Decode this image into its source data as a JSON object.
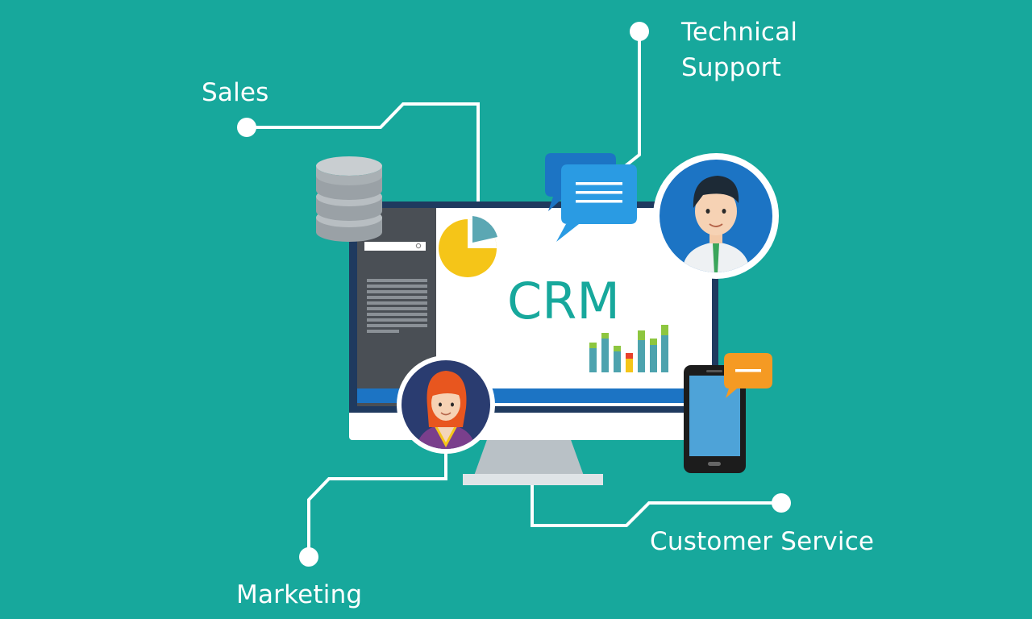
{
  "diagram": {
    "center_label": "CRM",
    "nodes": {
      "sales": "Sales",
      "technical_support": [
        "Technical",
        "Support"
      ],
      "marketing": "Marketing",
      "customer_service": "Customer Service"
    }
  },
  "colors": {
    "background": "#17a89c",
    "crm_text": "#17a89c",
    "connector": "#ffffff",
    "monitor_frame": "#1f3a5f",
    "screen": "#ffffff",
    "accent_blue": "#1c74c4",
    "accent_orange": "#f59a23",
    "pie_yellow": "#f5c518"
  },
  "icons": [
    "database-icon",
    "pie-chart-icon",
    "chat-bubble-icon",
    "male-avatar-icon",
    "female-avatar-icon",
    "smartphone-icon",
    "bar-chart-icon"
  ]
}
